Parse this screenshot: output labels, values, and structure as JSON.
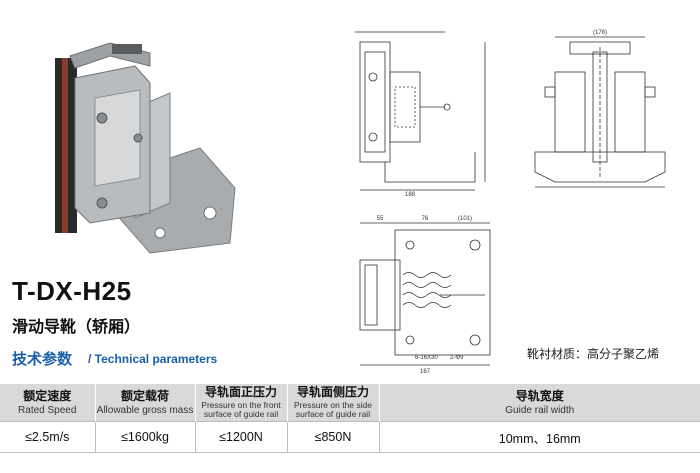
{
  "product": {
    "model": "T-DX-H25",
    "subtitle": "滑动导靴（轿厢）"
  },
  "params_section": {
    "title_cn": "技术参数",
    "title_en": "/ Technical parameters"
  },
  "material_note": "靴衬材质：高分子聚乙烯",
  "table": {
    "columns": [
      {
        "cn": "额定速度",
        "en": "Rated Speed"
      },
      {
        "cn": "额定载荷",
        "en": "Allowable gross mass"
      },
      {
        "cn": "导轨面正压力",
        "en": "Pressure on the front surface of guide rail"
      },
      {
        "cn": "导轨面侧压力",
        "en": "Pressure on the side surface of guide rail"
      },
      {
        "cn": "导轨宽度",
        "en": "Guide rail width"
      }
    ],
    "values": [
      "≤2.5m/s",
      "≤1600kg",
      "≤1200N",
      "≤850N",
      "10mm、16mm"
    ]
  },
  "drawing_labels": {
    "side_width": "188",
    "front_width": "(178)",
    "top_width": "167",
    "top_left": "55",
    "top_mid": "76",
    "top_right": "(101)",
    "top_slot": "6-16X30",
    "top_bolt": "2-Φ9"
  },
  "colors": {
    "accent": "#1a5fa8",
    "table_header": "#d9d9d9",
    "line": "#bdbdbd"
  }
}
